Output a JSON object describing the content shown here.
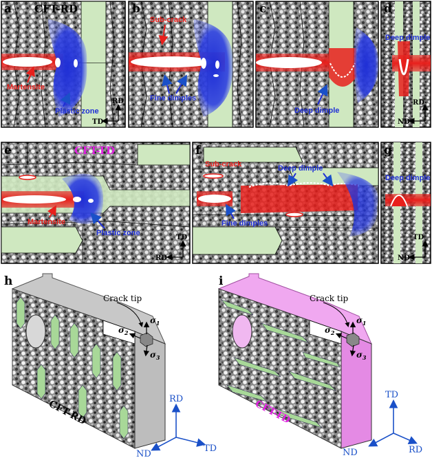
{
  "panels": {
    "a": {
      "letter": "a",
      "title": "CFT-RD",
      "martensite": "Martensite",
      "plastic_zone": "Plastic zone",
      "axis_v": "RD",
      "axis_h": "TD"
    },
    "b": {
      "letter": "b",
      "sub_crack": "Sub-crack",
      "fine_dimples": "Fine dimples"
    },
    "c": {
      "letter": "c",
      "deep_dimple": "Deep dimple"
    },
    "d": {
      "letter": "d",
      "deep_dimple": "Deep dimple",
      "axis_v": "RD",
      "axis_h": "ND"
    },
    "e": {
      "letter": "e",
      "title": "CFT-TD",
      "martensite": "Martensite",
      "plastic_zone": "Plastic zone",
      "axis_v": "TD",
      "axis_h": "RD"
    },
    "f": {
      "letter": "f",
      "sub_crack": "Sub-crack",
      "deep_dimple": "Deep dimple",
      "fine_dimples": "Fine dimples"
    },
    "g": {
      "letter": "g",
      "deep_dimple": "Deep dimple",
      "axis_v": "TD",
      "axis_h": "ND"
    },
    "h": {
      "letter": "h",
      "title": "CFT-RD",
      "crack_tip": "Crack tip",
      "s1": "σ",
      "s1_sub": "1",
      "s2": "σ",
      "s2_sub": "2",
      "s3": "σ",
      "s3_sub": "3",
      "axis_up": "RD",
      "axis_left": "ND",
      "axis_right": "TD"
    },
    "i": {
      "letter": "i",
      "title": "CFT-TD",
      "crack_tip": "Crack tip",
      "s1": "σ",
      "s1_sub": "1",
      "s2": "σ",
      "s2_sub": "2",
      "s3": "σ",
      "s3_sub": "3",
      "axis_up": "TD",
      "axis_left": "ND",
      "axis_right": "RD"
    }
  },
  "colors": {
    "martensite": "#e8201c",
    "plastic_zone": "#1f2fd6",
    "ferrite_grain": "#cfe8c0",
    "title_rd": "#000000",
    "title_td": "#e020e0",
    "axis": "#1a50c8",
    "block_top_rd": "#c8c8c8",
    "block_top_td": "#f0a8f0"
  }
}
